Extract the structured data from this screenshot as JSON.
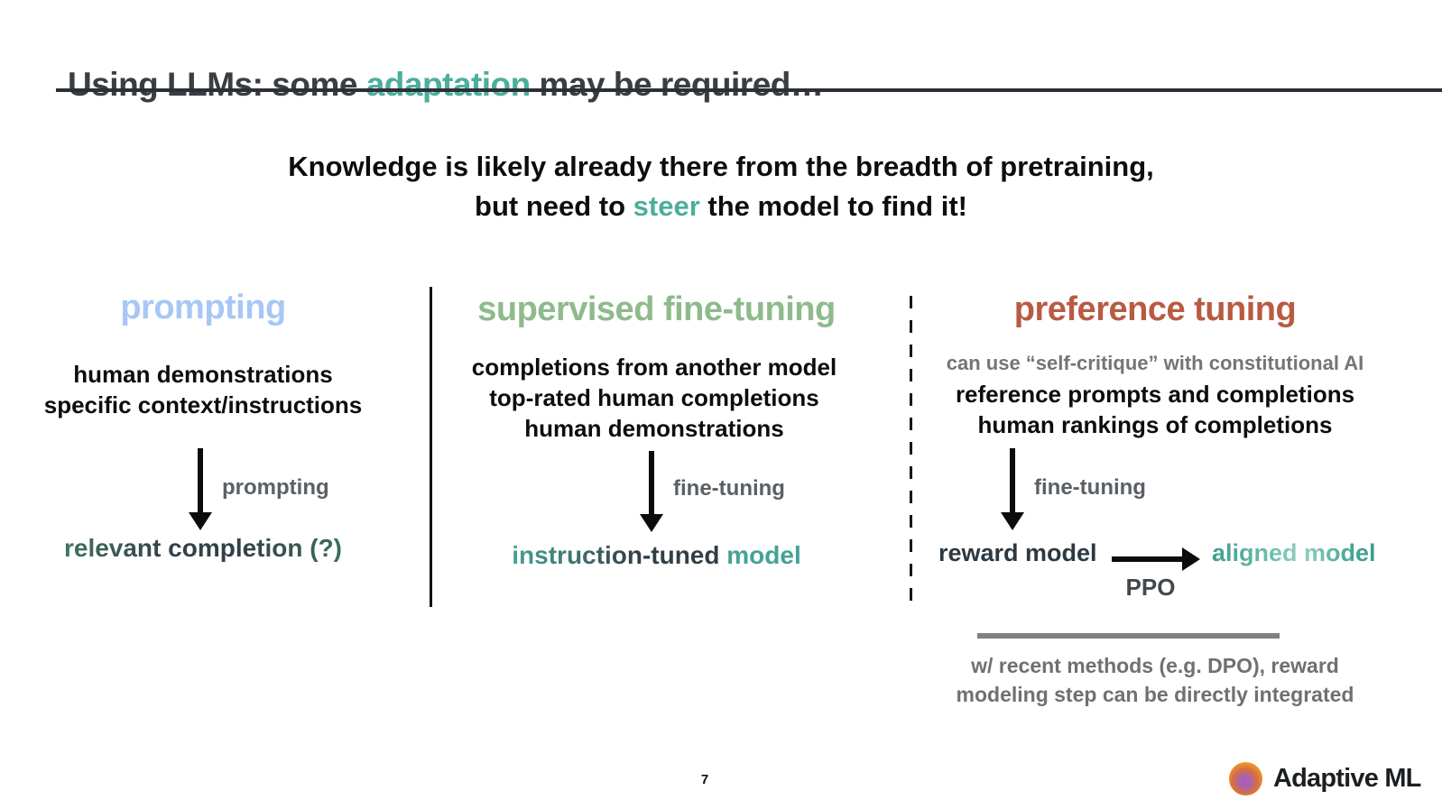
{
  "slide": {
    "title": {
      "pre": "Using LLMs: some ",
      "highlight": "adaptation",
      "post": " may be required…"
    },
    "subtitle": {
      "line1": "Knowledge is likely already there from the breadth of pretraining,",
      "line2_pre": "but need to ",
      "line2_highlight": "steer",
      "line2_post": " the model to find it!"
    },
    "page_number": "7",
    "logo": {
      "text": "Adaptive ML",
      "icon": "adaptive-ml-sphere"
    }
  },
  "colors": {
    "teal_accent": "#4cae9c",
    "prompting_blue": "#a7c7f5",
    "sft_green": "#8eba8c",
    "preference_rust": "#b85b42",
    "label_gray": "#5b6065",
    "note_gray": "#737577",
    "bar_gray": "#7f8184"
  },
  "columns": [
    {
      "heading": "prompting",
      "inputs": [
        "human demonstrations",
        "specific context/instructions"
      ],
      "arrow_label": "prompting",
      "result": "relevant completion (?)"
    },
    {
      "heading": "supervised fine-tuning",
      "inputs": [
        "completions from another model",
        "top-rated human completions",
        "human demonstrations"
      ],
      "arrow_label": "fine-tuning",
      "result_main": "instruction-tuned",
      "result_suffix": " model"
    },
    {
      "heading": "preference tuning",
      "note": "can use “self-critique” with constitutional AI",
      "inputs": [
        "reference prompts and completions",
        "human rankings of completions"
      ],
      "arrow_label": "fine-tuning",
      "flow": {
        "from": "reward model",
        "to": "aligned model",
        "method": "PPO"
      },
      "footnote_line1": "w/ recent methods (e.g. DPO), reward",
      "footnote_line2": "modeling step can be directly integrated"
    }
  ]
}
